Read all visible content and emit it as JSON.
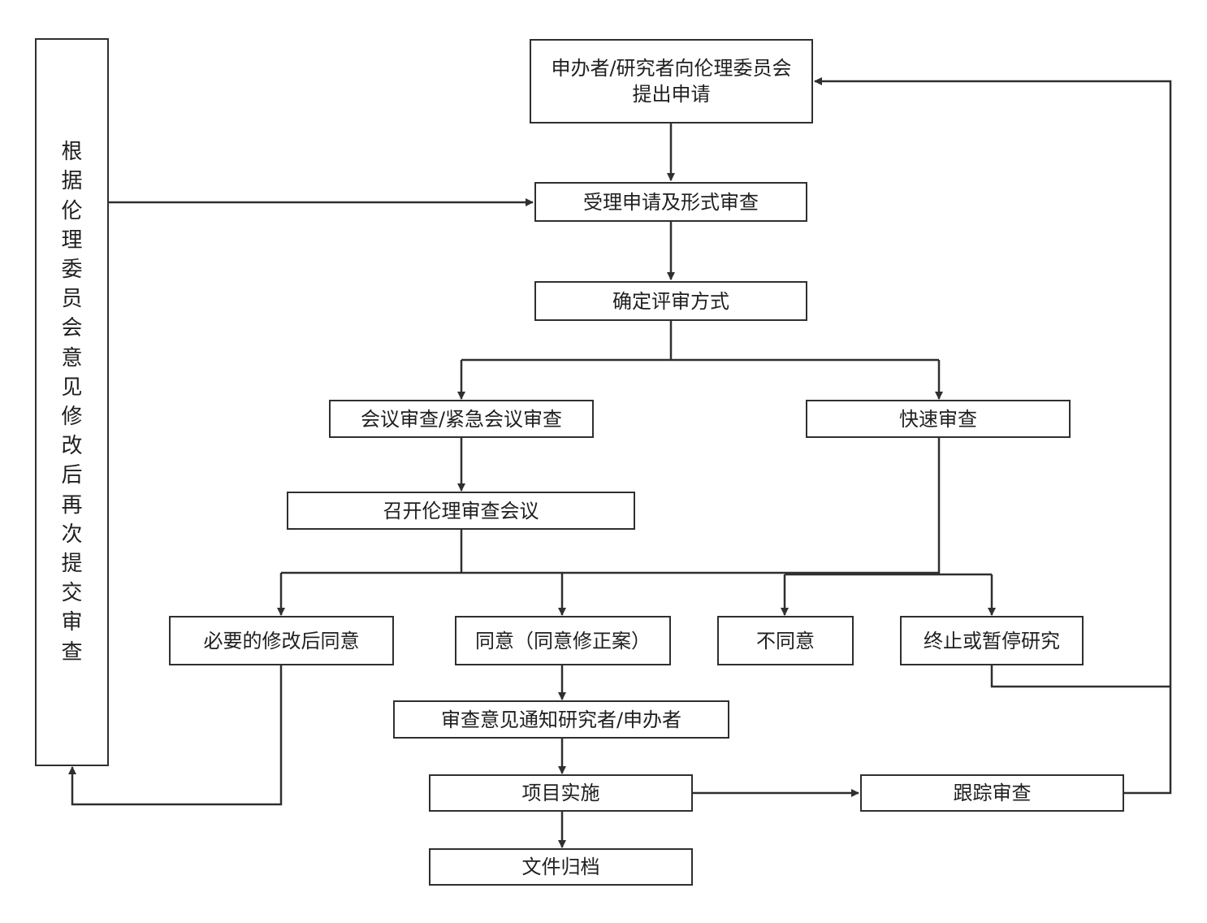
{
  "colors": {
    "stroke": "#2f2f2f",
    "text": "#1f1f1f",
    "background": "#ffffff"
  },
  "nodes": {
    "apply": "申办者/研究者向伦理委员会提出申请",
    "accept": "受理申请及形式审查",
    "determine": "确定评审方式",
    "meeting_review": "会议审查/紧急会议审查",
    "fast_review": "快速审查",
    "convene": "召开伦理审查会议",
    "modify_agree": "必要的修改后同意",
    "agree": "同意（同意修正案）",
    "disagree": "不同意",
    "terminate": "终止或暂停研究",
    "notify": "审查意见通知研究者/申办者",
    "implement": "项目实施",
    "track": "跟踪审查",
    "archive": "文件归档",
    "resubmit": "根据伦理委员会意见修改后再次提交审查"
  }
}
